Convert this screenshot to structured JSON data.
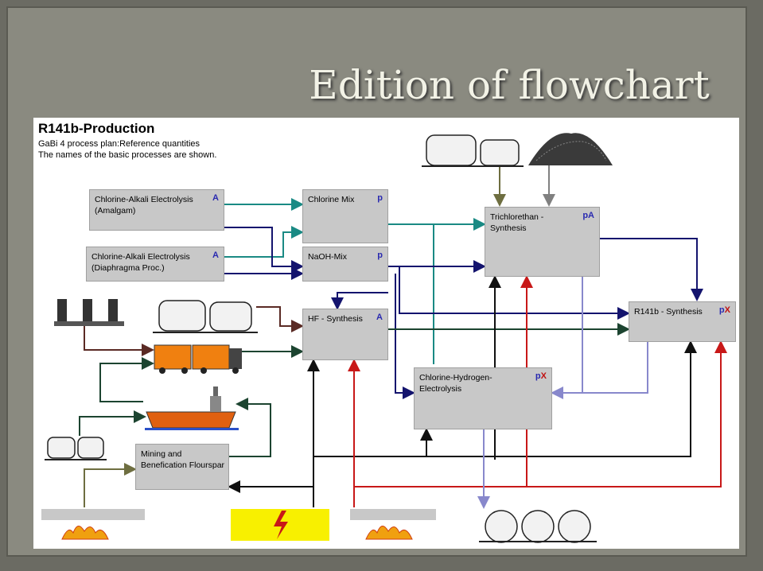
{
  "slide": {
    "title": "Edition of flowchart"
  },
  "diagram": {
    "title": "R141b-Production",
    "subtitle_line1": "GaBi 4 process plan:Reference quantities",
    "subtitle_line2": "The names of the basic processes are shown."
  },
  "processes": {
    "cae_amalgam": {
      "label": "Chlorine-Alkali Electrolysis\n(Amalgam)",
      "tag": "A"
    },
    "cae_diaphragma": {
      "label": "Chlorine-Alkali Electrolysis\n(Diaphragma Proc.)",
      "tag": "A"
    },
    "chlorine_mix": {
      "label": "Chlorine Mix",
      "tag": "p"
    },
    "naoh_mix": {
      "label": "NaOH-Mix",
      "tag": "p"
    },
    "trichlorethan": {
      "label": "Trichlorethan -\nSynthesis",
      "tag": "p",
      "tag2": "A"
    },
    "r141b": {
      "label": "R141b - Synthesis",
      "tag": "p",
      "tag2": "X"
    },
    "hf": {
      "label": "HF - Synthesis",
      "tag": "A"
    },
    "chlorine_hydrogen": {
      "label": "Chlorine-Hydrogen-\nElectrolysis",
      "tag": "p",
      "tag2": "X"
    },
    "mining": {
      "label": "Mining and\nBenefication Flourspar"
    }
  },
  "colors": {
    "teal": "#1a8a84",
    "navy": "#14146e",
    "darkgreen": "#1c4430",
    "brown": "#5a2a24",
    "olive": "#6e6e40",
    "gray": "#808080",
    "black": "#101010",
    "red": "#c81818",
    "lavender": "#8888cc"
  },
  "icons": {
    "tanks": "storage-tanks-icon",
    "gravel": "gravel-pile-icon",
    "pumps": "fuel-pumps-icon",
    "truck": "truck-icon",
    "ship": "ship-icon",
    "flame": "flame-icon",
    "lightning": "electricity-icon",
    "spheres": "spherical-tanks-icon"
  }
}
